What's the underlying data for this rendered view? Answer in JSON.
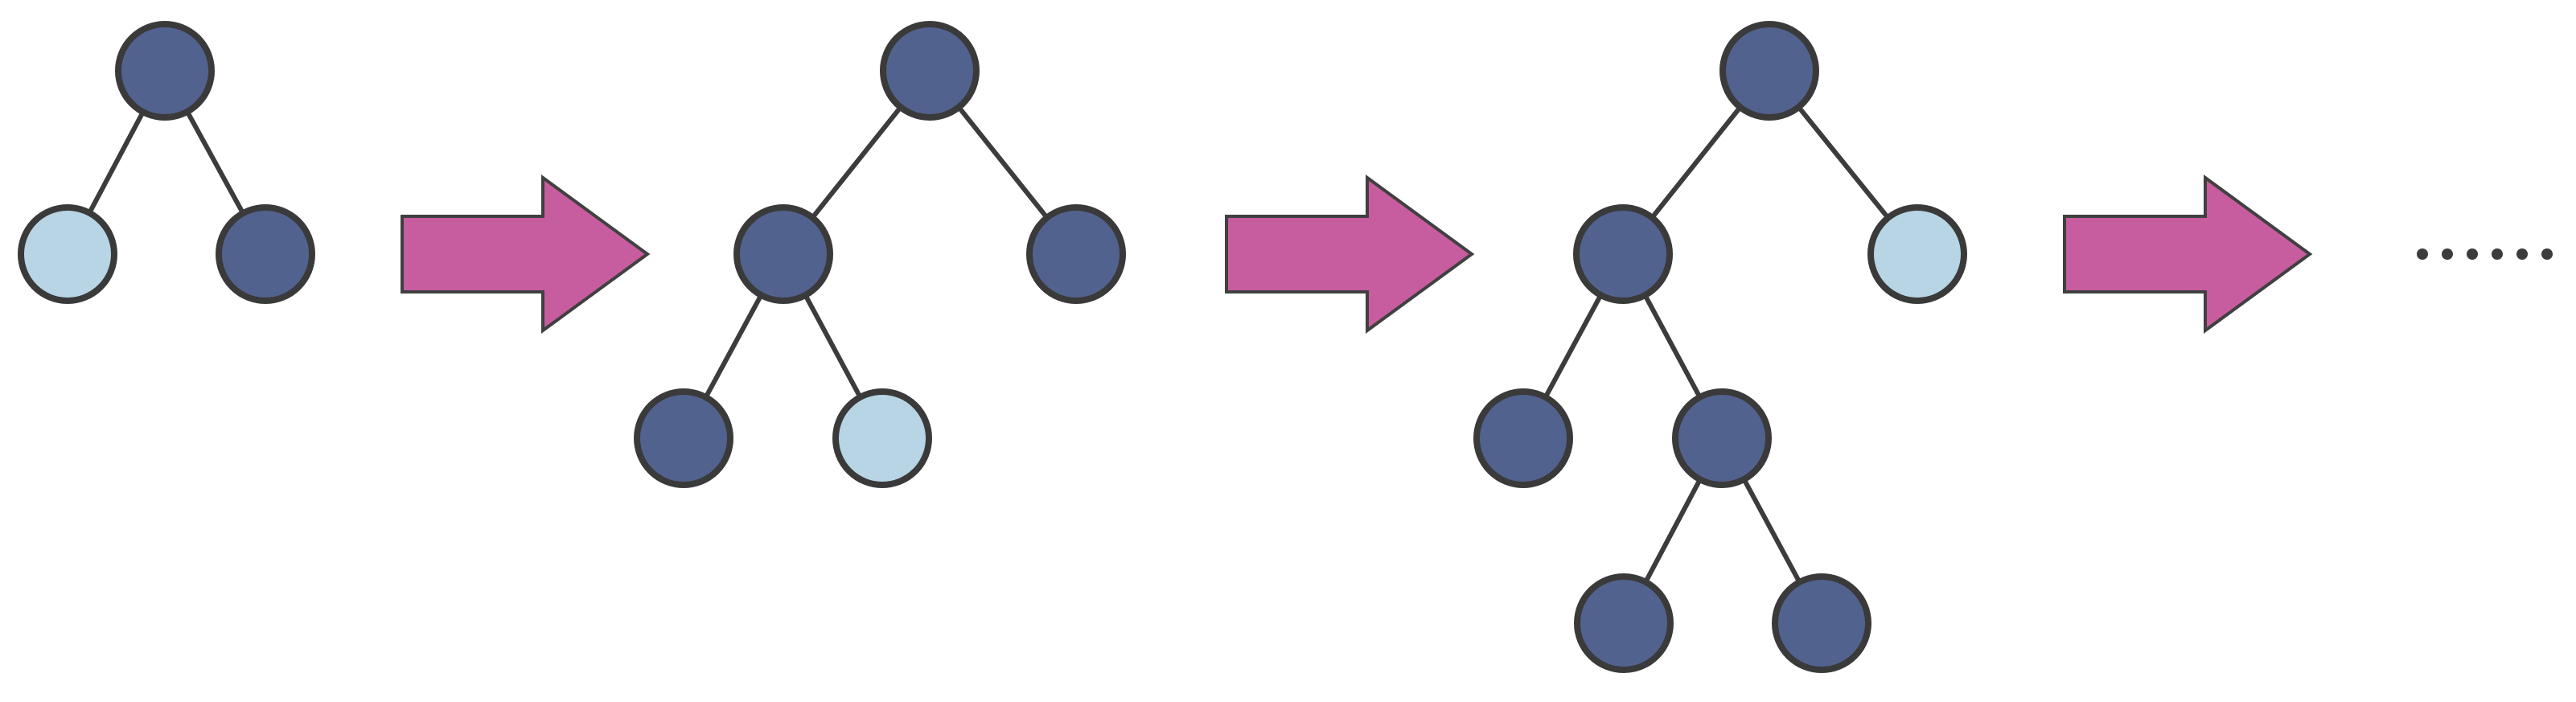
{
  "colors": {
    "expanded_node": "#52628e",
    "leaf_node": "#b7d5e5",
    "node_outline": "#3a3a3a",
    "edge": "#3c3c3c",
    "arrow_fill": "#c75c9e",
    "arrow_outline": "#404040",
    "ellipsis": "#3c3c3c"
  },
  "icons": {
    "arrow": "right-arrow-icon",
    "continuation": "ellipsis-icon"
  },
  "trees": [
    {
      "name": "tree-stage-1",
      "nodes": [
        {
          "id": "root",
          "state": "expanded"
        },
        {
          "id": "left",
          "state": "leaf"
        },
        {
          "id": "right",
          "state": "expanded"
        }
      ],
      "edges": [
        [
          "root",
          "left"
        ],
        [
          "root",
          "right"
        ]
      ]
    },
    {
      "name": "tree-stage-2",
      "nodes": [
        {
          "id": "root",
          "state": "expanded"
        },
        {
          "id": "left",
          "state": "expanded"
        },
        {
          "id": "right",
          "state": "expanded"
        },
        {
          "id": "left-left",
          "state": "expanded"
        },
        {
          "id": "left-right",
          "state": "leaf"
        }
      ],
      "edges": [
        [
          "root",
          "left"
        ],
        [
          "root",
          "right"
        ],
        [
          "left",
          "left-left"
        ],
        [
          "left",
          "left-right"
        ]
      ]
    },
    {
      "name": "tree-stage-3",
      "nodes": [
        {
          "id": "root",
          "state": "expanded"
        },
        {
          "id": "left",
          "state": "expanded"
        },
        {
          "id": "right",
          "state": "leaf"
        },
        {
          "id": "left-left",
          "state": "expanded"
        },
        {
          "id": "left-right",
          "state": "expanded"
        },
        {
          "id": "left-right-left",
          "state": "expanded"
        },
        {
          "id": "left-right-right",
          "state": "expanded"
        }
      ],
      "edges": [
        [
          "root",
          "left"
        ],
        [
          "root",
          "right"
        ],
        [
          "left",
          "left-left"
        ],
        [
          "left",
          "left-right"
        ],
        [
          "left-right",
          "left-right-left"
        ],
        [
          "left-right",
          "left-right-right"
        ]
      ]
    }
  ],
  "continuation_dots": 6
}
